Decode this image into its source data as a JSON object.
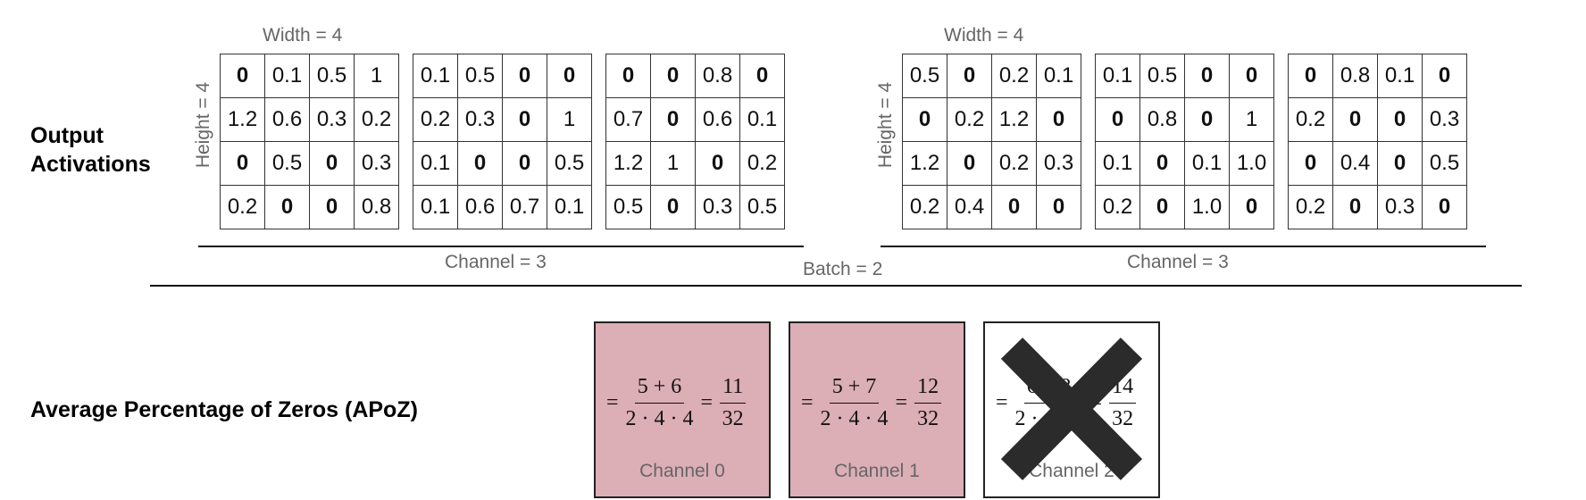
{
  "labels": {
    "output_activations_line1": "Output",
    "output_activations_line2": "Activations",
    "apoz_title": "Average Percentage of Zeros (APoZ)",
    "width": "Width = 4",
    "height": "Height = 4",
    "channel": "Channel = 3",
    "batch": "Batch = 2"
  },
  "batches": [
    {
      "channels": [
        [
          [
            "0",
            "0.1",
            "0.5",
            "1"
          ],
          [
            "1.2",
            "0.6",
            "0.3",
            "0.2"
          ],
          [
            "0",
            "0.5",
            "0",
            "0.3"
          ],
          [
            "0.2",
            "0",
            "0",
            "0.8"
          ]
        ],
        [
          [
            "0.1",
            "0.5",
            "0",
            "0"
          ],
          [
            "0.2",
            "0.3",
            "0",
            "1"
          ],
          [
            "0.1",
            "0",
            "0",
            "0.5"
          ],
          [
            "0.1",
            "0.6",
            "0.7",
            "0.1"
          ]
        ],
        [
          [
            "0",
            "0",
            "0.8",
            "0"
          ],
          [
            "0.7",
            "0",
            "0.6",
            "0.1"
          ],
          [
            "1.2",
            "1",
            "0",
            "0.2"
          ],
          [
            "0.5",
            "0",
            "0.3",
            "0.5"
          ]
        ]
      ]
    },
    {
      "channels": [
        [
          [
            "0.5",
            "0",
            "0.2",
            "0.1"
          ],
          [
            "0",
            "0.2",
            "1.2",
            "0"
          ],
          [
            "1.2",
            "0",
            "0.2",
            "0.3"
          ],
          [
            "0.2",
            "0.4",
            "0",
            "0"
          ]
        ],
        [
          [
            "0.1",
            "0.5",
            "0",
            "0"
          ],
          [
            "0",
            "0.8",
            "0",
            "1"
          ],
          [
            "0.1",
            "0",
            "0.1",
            "1.0"
          ],
          [
            "0.2",
            "0",
            "1.0",
            "0"
          ]
        ],
        [
          [
            "0",
            "0.8",
            "0.1",
            "0"
          ],
          [
            "0.2",
            "0",
            "0",
            "0.3"
          ],
          [
            "0",
            "0.4",
            "0",
            "0.5"
          ],
          [
            "0.2",
            "0",
            "0.3",
            "0"
          ]
        ]
      ]
    }
  ],
  "apoz": [
    {
      "label": "Channel 0",
      "numerator": "5 + 6",
      "denominator": "2 · 4 · 4",
      "result_num": "11",
      "result_den": "32",
      "pruned": false,
      "color": "#dcaeb6"
    },
    {
      "label": "Channel 1",
      "numerator": "5 + 7",
      "denominator": "2 · 4 · 4",
      "result_num": "12",
      "result_den": "32",
      "pruned": false,
      "color": "#dcaeb6"
    },
    {
      "label": "Channel 2",
      "numerator": "6 + 8",
      "denominator": "2 · 4 · 4",
      "result_num": "14",
      "result_den": "32",
      "pruned": true,
      "color": "#ffffff"
    }
  ],
  "icons": {
    "pruned_mark": "x-mark-icon"
  }
}
